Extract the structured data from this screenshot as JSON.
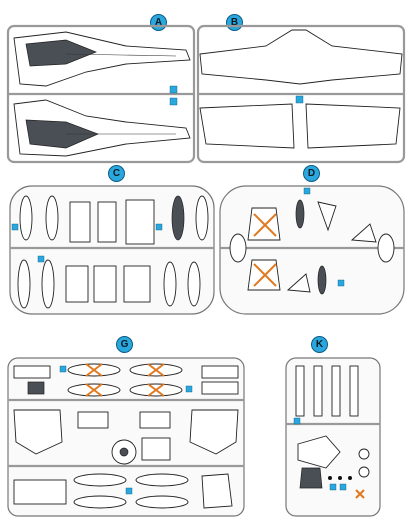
{
  "badges": {
    "a": "A",
    "b": "B",
    "c": "C",
    "d": "D",
    "g": "G",
    "k": "K"
  },
  "colors": {
    "badge_fill": "#2aa7dc",
    "part_tag": "#2aa7dc",
    "removed_mark": "#e07a20",
    "runner": "#999999"
  },
  "sprues": [
    "A",
    "B",
    "C",
    "D",
    "G",
    "K"
  ]
}
